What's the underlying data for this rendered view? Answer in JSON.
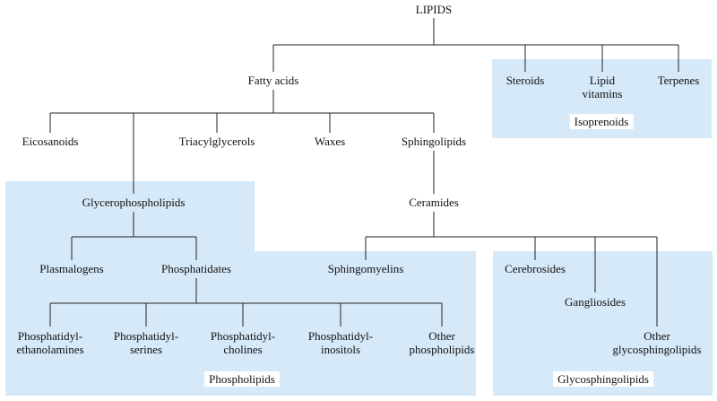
{
  "colors": {
    "region": "#d6e9f8",
    "line": "#222222"
  },
  "nodes": {
    "lipids": "LIPIDS",
    "fatty_acids": "Fatty acids",
    "steroids": "Steroids",
    "lipid_vitamins": "Lipid\nvitamins",
    "terpenes": "Terpenes",
    "eicosanoids": "Eicosanoids",
    "triacylglycerols": "Triacylglycerols",
    "waxes": "Waxes",
    "sphingolipids": "Sphingolipids",
    "glycerophospholipids": "Glycerophospholipids",
    "ceramides": "Ceramides",
    "plasmalogens": "Plasmalogens",
    "phosphatidates": "Phosphatidates",
    "sphingomyelins": "Sphingomyelins",
    "cerebrosides": "Cerebrosides",
    "gangliosides": "Gangliosides",
    "other_glycosphingolipids": "Other\nglycosphingolipids",
    "phosphatidyl_ethanolamines": "Phosphatidyl-\nethanolamines",
    "phosphatidyl_serines": "Phosphatidyl-\nserines",
    "phosphatidyl_cholines": "Phosphatidyl-\ncholines",
    "phosphatidyl_inositols": "Phosphatidyl-\ninositols",
    "other_phospholipids": "Other\nphospholipids"
  },
  "groups": {
    "isoprenoids": "Isoprenoids",
    "phospholipids": "Phospholipids",
    "glycosphingolipids": "Glycosphingolipids"
  }
}
